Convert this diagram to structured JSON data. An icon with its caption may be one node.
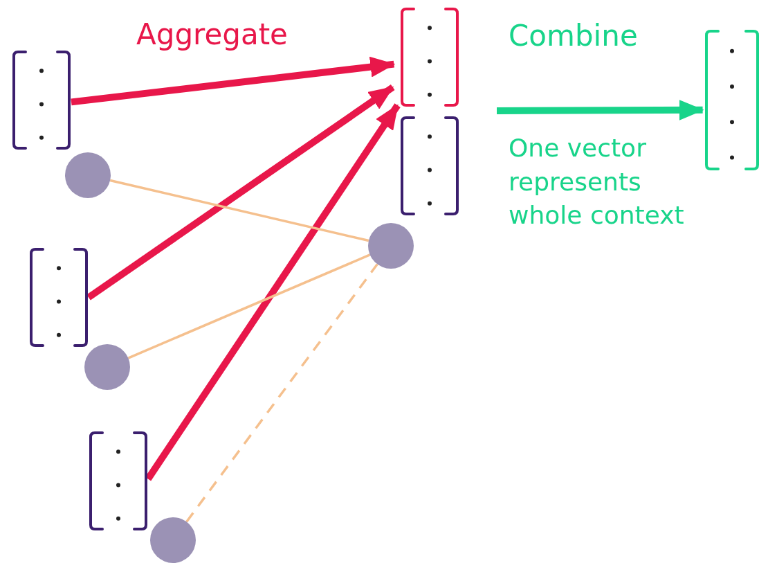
{
  "diagram": {
    "nodes": [
      {
        "text": [],
        "shape": "vector"
      },
      {
        "text": [],
        "shape": "circle"
      },
      {
        "text": [],
        "shape": "vector"
      },
      {
        "text": [],
        "shape": "circle"
      },
      {
        "text": [],
        "shape": "vector"
      },
      {
        "text": [],
        "shape": "circle"
      },
      {
        "text": [],
        "shape": "vector"
      },
      {
        "text": [],
        "shape": "vector"
      },
      {
        "text": [],
        "shape": "circle"
      },
      {
        "text": [],
        "shape": "vector"
      }
    ],
    "edges": [
      {
        "from": 0,
        "to": 6,
        "arrow": "to"
      },
      {
        "from": 2,
        "to": 6,
        "arrow": "to"
      },
      {
        "from": 4,
        "to": 6,
        "arrow": "to"
      },
      {
        "from": 1,
        "to": 8,
        "arrow": "none",
        "color": "#f5c08e"
      },
      {
        "from": 3,
        "to": 8,
        "arrow": "none",
        "color": "#f5c08e"
      },
      {
        "from": 5,
        "to": 8,
        "arrow": "none",
        "style": "dashed",
        "color": "#f5c08e"
      },
      {
        "from": null,
        "to": 9,
        "arrow": "to",
        "color": "#18d48a"
      }
    ],
    "labels": [
      "Aggregate",
      "Combine",
      "One vector represents whole context"
    ]
  }
}
